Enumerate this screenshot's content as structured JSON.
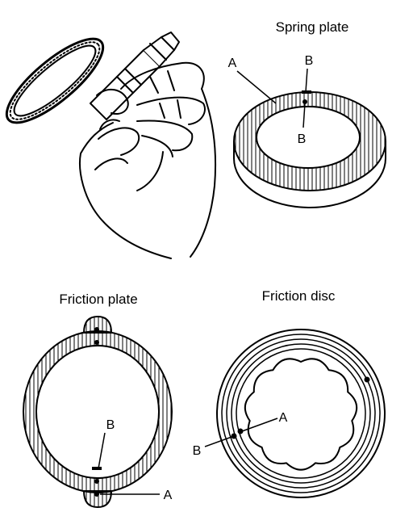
{
  "captions": {
    "spring_plate": "Spring plate",
    "friction_plate": "Friction plate",
    "friction_disc": "Friction disc"
  },
  "labels": {
    "spring_a": "A",
    "spring_b_top": "B",
    "spring_b_bottom": "B",
    "friction_plate_b": "B",
    "friction_plate_a": "A",
    "friction_disc_a": "A",
    "friction_disc_b": "B"
  },
  "colors": {
    "ink": "#000000",
    "paper": "#ffffff"
  }
}
